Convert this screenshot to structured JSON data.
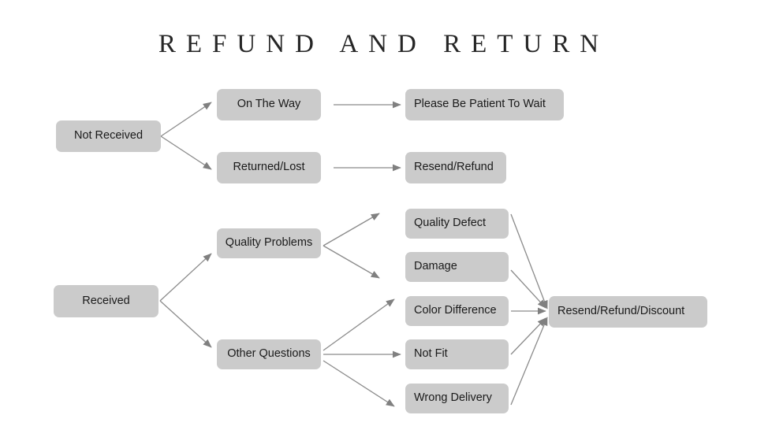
{
  "page": {
    "title": "REFUND AND RETURN",
    "background_color": "#ffffff",
    "node_fill_color": "#cbcbcb",
    "node_text_color": "#1a1a1a",
    "arrow_color": "#808080",
    "title_color": "#262626"
  },
  "nodes": {
    "not_received": "Not Received",
    "on_the_way": "On The Way",
    "returned_lost": "Returned/Lost",
    "please_be_patient": "Please Be Patient To Wait",
    "resend_refund": "Resend/Refund",
    "received": "Received",
    "quality_problems": "Quality Problems",
    "other_questions": "Other Questions",
    "quality_defect": "Quality Defect",
    "damage": "Damage",
    "color_difference": "Color Difference",
    "not_fit": "Not Fit",
    "wrong_delivery": "Wrong Delivery",
    "resend_refund_discount": "Resend/Refund/Discount"
  },
  "edges": [
    {
      "from": "not_received",
      "to": "on_the_way"
    },
    {
      "from": "not_received",
      "to": "returned_lost"
    },
    {
      "from": "on_the_way",
      "to": "please_be_patient"
    },
    {
      "from": "returned_lost",
      "to": "resend_refund"
    },
    {
      "from": "received",
      "to": "quality_problems"
    },
    {
      "from": "received",
      "to": "other_questions"
    },
    {
      "from": "quality_problems",
      "to": "quality_defect"
    },
    {
      "from": "quality_problems",
      "to": "damage"
    },
    {
      "from": "other_questions",
      "to": "color_difference"
    },
    {
      "from": "other_questions",
      "to": "not_fit"
    },
    {
      "from": "other_questions",
      "to": "wrong_delivery"
    },
    {
      "from": "quality_defect",
      "to": "resend_refund_discount"
    },
    {
      "from": "damage",
      "to": "resend_refund_discount"
    },
    {
      "from": "color_difference",
      "to": "resend_refund_discount"
    },
    {
      "from": "not_fit",
      "to": "resend_refund_discount"
    },
    {
      "from": "wrong_delivery",
      "to": "resend_refund_discount"
    }
  ]
}
